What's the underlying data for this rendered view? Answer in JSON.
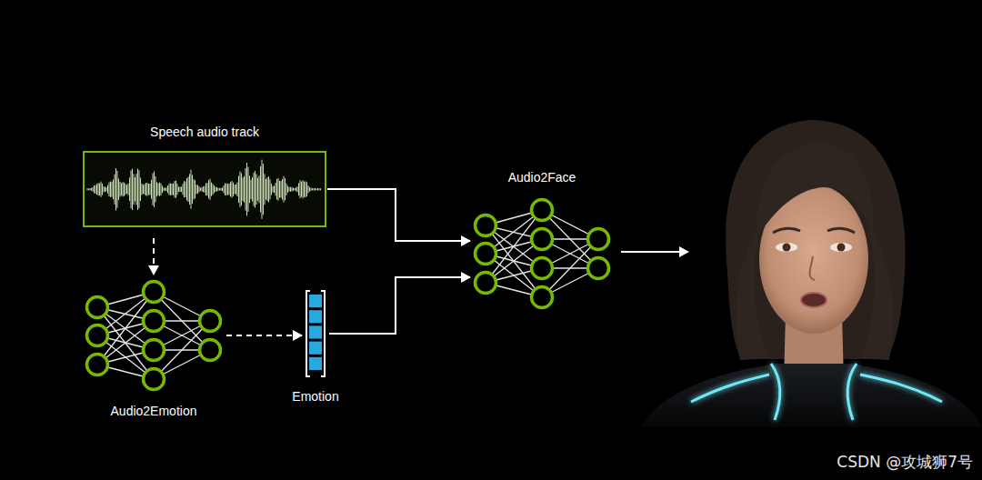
{
  "diagram": {
    "nodes": [
      {
        "text": [
          "Speech audio track"
        ]
      },
      {
        "text": [
          "Audio2Emotion"
        ]
      },
      {
        "text": [
          "Emotion"
        ]
      },
      {
        "text": [
          "Audio2Face"
        ]
      }
    ],
    "edges": [
      {
        "from": 0,
        "to": 3,
        "arrow": "to"
      },
      {
        "from": 0,
        "to": 1,
        "arrow": "to"
      },
      {
        "from": 1,
        "to": 2,
        "arrow": "to"
      },
      {
        "from": 2,
        "to": 3,
        "arrow": "to"
      }
    ],
    "labels": [
      "CSDN @攻城狮7号"
    ]
  }
}
